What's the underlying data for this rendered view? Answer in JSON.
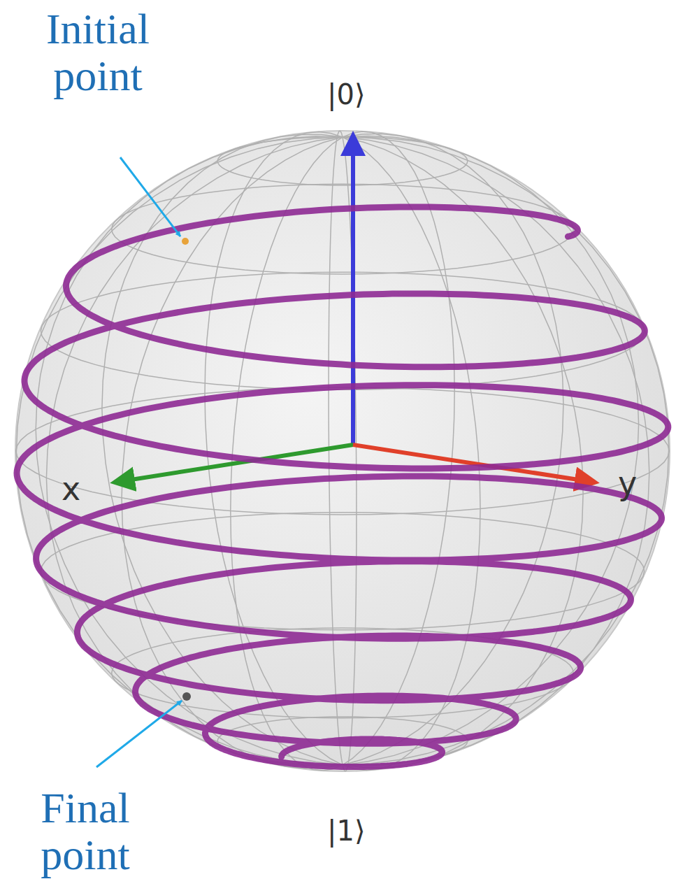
{
  "diagram": {
    "labels": [
      "Initial point",
      "|0⟩",
      "x",
      "y",
      "Final point",
      "|1⟩"
    ]
  }
}
